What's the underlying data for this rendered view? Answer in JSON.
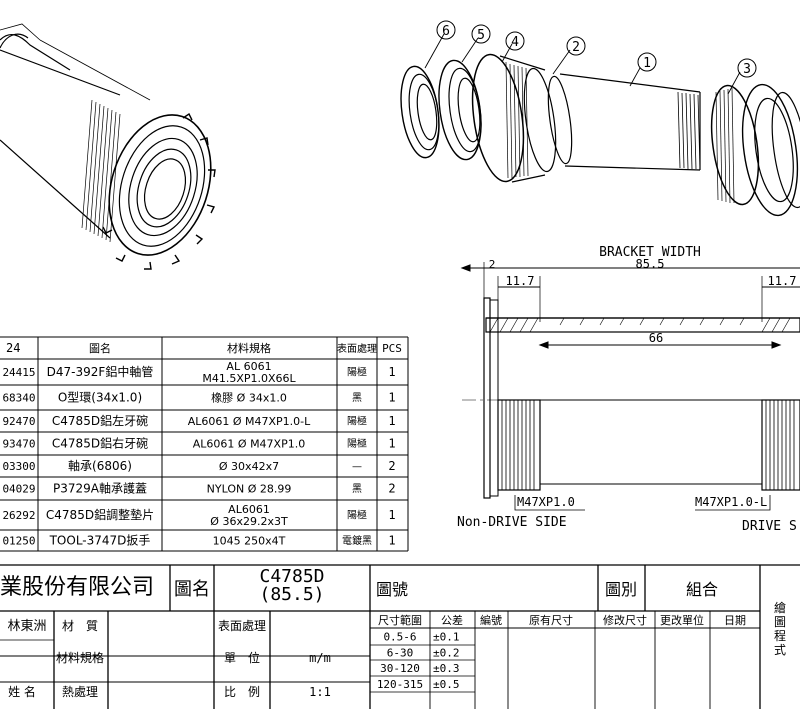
{
  "callouts": [
    "6",
    "5",
    "4",
    "2",
    "1",
    "3"
  ],
  "section": {
    "bracket_width_label": "BRACKET WIDTH",
    "bracket_width_value": "85.5",
    "dim_2": "2",
    "dim_11_7_left": "11.7",
    "dim_11_7_right": "11.7",
    "dim_66": "66",
    "thread_left": "M47XP1.0",
    "thread_right": "M47XP1.0-L",
    "non_drive_side": "Non-DRIVE SIDE",
    "drive_side": "DRIVE S"
  },
  "bom": {
    "headers": [
      "圖名",
      "材料規格",
      "表面處理",
      "PCS"
    ],
    "header_first": "24",
    "rows": [
      {
        "code": "24415",
        "name": "D47-392F鋁中軸管",
        "spec": "AL 6061\nM41.5XP1.0X66L",
        "finish": "陽極",
        "pcs": "1"
      },
      {
        "code": "68340",
        "name": "O型環(34x1.0)",
        "spec": "橡膠 Ø 34x1.0",
        "finish": "黑",
        "pcs": "1"
      },
      {
        "code": "92470",
        "name": "C4785D鋁左牙碗",
        "spec": "AL6061 Ø M47XP1.0-L",
        "finish": "陽極",
        "pcs": "1"
      },
      {
        "code": "93470",
        "name": "C4785D鋁右牙碗",
        "spec": "AL6061 Ø M47XP1.0",
        "finish": "陽極",
        "pcs": "1"
      },
      {
        "code": "03300",
        "name": "軸承(6806)",
        "spec": "Ø 30x42x7",
        "finish": "—",
        "pcs": "2"
      },
      {
        "code": "04029",
        "name": "P3729A軸承護蓋",
        "spec": "NYLON  Ø 28.99",
        "finish": "黑",
        "pcs": "2"
      },
      {
        "code": "26292",
        "name": "C4785D鋁調整墊片",
        "spec": "AL6061\nØ 36x29.2x3T",
        "finish": "陽極",
        "pcs": "1"
      },
      {
        "code": "01250",
        "name": "TOOL-3747D扳手",
        "spec": "1045 250x4T",
        "finish": "電鍍黑",
        "pcs": "1"
      }
    ]
  },
  "title_block": {
    "company": "業股份有限公司",
    "drawing_name_label": "圖名",
    "drawing_name": "C4785D\n(85.5)",
    "drawing_no_label": "圖號",
    "category_label": "圖別",
    "category": "組合",
    "designer": "林東洲",
    "material_label": "材　質",
    "spec_label": "材料規格",
    "heat_label": "熱處理",
    "name_label": "姓 名",
    "surface_label": "表面處理",
    "unit_label": "單　位",
    "unit": "m/m",
    "scale_label": "比　例",
    "scale": "1:1",
    "tol_headers": [
      "尺寸範圍",
      "公差"
    ],
    "tol_rows": [
      [
        "0.5-6",
        "±0.1"
      ],
      [
        "6-30",
        "±0.2"
      ],
      [
        "30-120",
        "±0.3"
      ],
      [
        "120-315",
        "±0.5"
      ]
    ],
    "rev_headers": [
      "編號",
      "原有尺寸",
      "修改尺寸",
      "更改單位",
      "日期"
    ],
    "side_label": "繪圖程式"
  }
}
